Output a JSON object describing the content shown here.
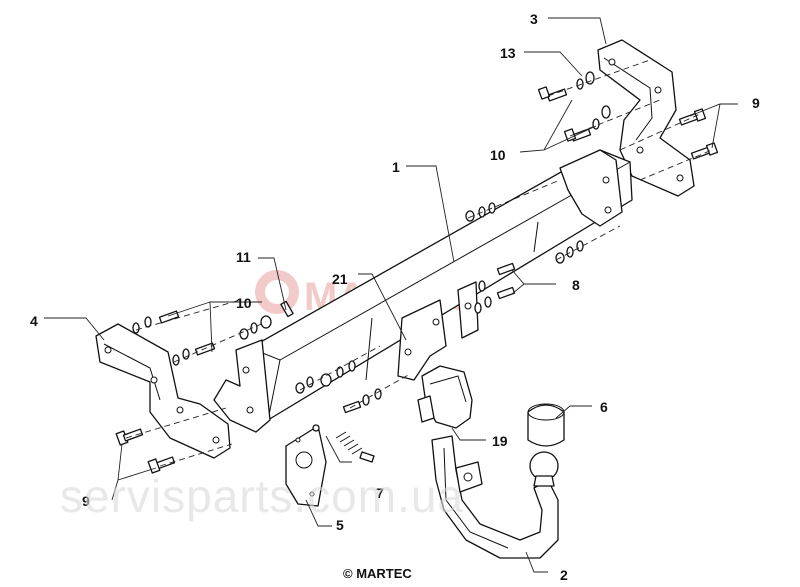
{
  "parts": {
    "p1": "1",
    "p2": "2",
    "p3": "3",
    "p4": "4",
    "p5": "5",
    "p6": "6",
    "p7": "7",
    "p8": "8",
    "p9a": "9",
    "p9b": "9",
    "p10a": "10",
    "p10b": "10",
    "p11": "11",
    "p13": "13",
    "p19": "19",
    "p21": "21"
  },
  "watermarks": {
    "brand": "MARTEC",
    "site": "servisparts.com.ua"
  },
  "footer": {
    "copyright": "© MARTEC"
  },
  "colors": {
    "watermark_red": "#e8a0a0",
    "watermark_gray": "#d9d9d9",
    "line": "#111111"
  }
}
